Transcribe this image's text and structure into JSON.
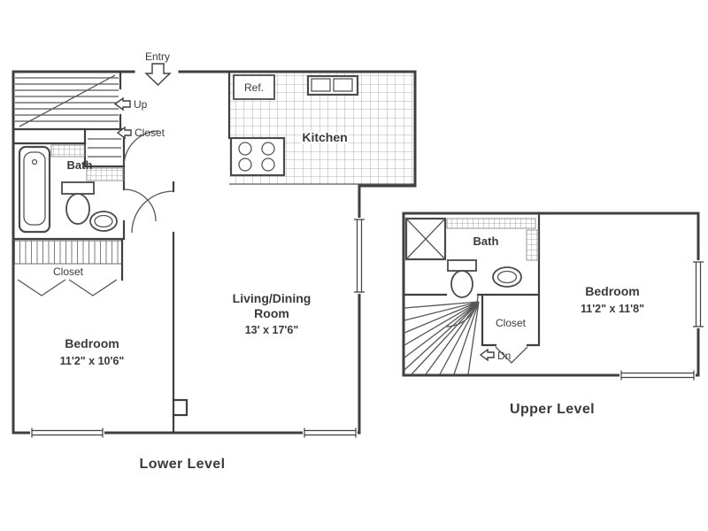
{
  "colors": {
    "background": "#ffffff",
    "line": "#3f3f3f",
    "text": "#3a3a3a"
  },
  "lower_level": {
    "caption": "Lower Level",
    "entry": "Entry",
    "up": "Up",
    "stair_closet": "Closet",
    "bath": "Bath",
    "bedroom_closet": "Closet",
    "bedroom_name": "Bedroom",
    "bedroom_dims": "11'2\" x 10'6\"",
    "kitchen": "Kitchen",
    "fridge": "Ref.",
    "living_line1": "Living/Dining",
    "living_line2": "Room",
    "living_dims": "13' x 17'6\""
  },
  "upper_level": {
    "caption": "Upper Level",
    "bath": "Bath",
    "closet": "Closet",
    "down": "Dn",
    "bedroom_name": "Bedroom",
    "bedroom_dims": "11'2\" x 11'8\""
  }
}
